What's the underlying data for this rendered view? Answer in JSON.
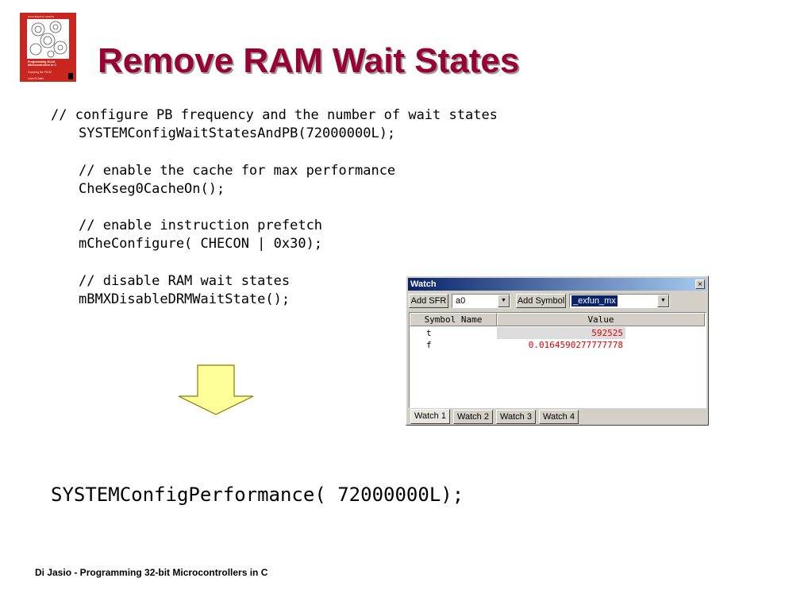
{
  "slide": {
    "title": "Remove RAM Wait States",
    "footer": "Di Jasio - Programming 32-bit Microcontrollers in C",
    "replacement_call": "SYSTEMConfigPerformance( 72000000L);"
  },
  "book_cover": {
    "top_line": "ENGINEERING SERIES",
    "title": "Programming 32-bit Microcontrollers in C",
    "subtitle": "Exploring the PIC32",
    "author": "Lucio Di Jasio",
    "color": "#c8261e"
  },
  "code_lines": [
    {
      "text": "// configure PB frequency and the number of wait states",
      "indent": false
    },
    {
      "text": "SYSTEMConfigWaitStatesAndPB(72000000L);",
      "indent": true
    },
    {
      "text": "",
      "indent": true
    },
    {
      "text": "// enable the cache for max performance",
      "indent": true
    },
    {
      "text": "CheKseg0CacheOn();",
      "indent": true
    },
    {
      "text": "",
      "indent": true
    },
    {
      "text": "// enable instruction prefetch",
      "indent": true
    },
    {
      "text": "mCheConfigure( CHECON | 0x30);",
      "indent": true
    },
    {
      "text": "",
      "indent": true
    },
    {
      "text": "// disable RAM wait states",
      "indent": true
    },
    {
      "text": "mBMXDisableDRMWaitState();",
      "indent": true
    }
  ],
  "arrow": {
    "fill": "#ffff99",
    "stroke": "#808000",
    "direction": "down"
  },
  "watch_window": {
    "title": "Watch",
    "close_glyph": "×",
    "add_sfr_label": "Add SFR",
    "sfr_value": "a0",
    "add_symbol_label": "Add Symbol",
    "symbol_value": "_exfun_mx",
    "columns": [
      "Symbol Name",
      "Value"
    ],
    "rows": [
      {
        "symbol": "t",
        "value": "592525"
      },
      {
        "symbol": "f",
        "value": "0.0164590277777778"
      }
    ],
    "tabs": [
      "Watch 1",
      "Watch 2",
      "Watch 3",
      "Watch 4"
    ],
    "active_tab": "Watch 1",
    "value_color": "#e00000",
    "title_color": "#0a246a"
  }
}
